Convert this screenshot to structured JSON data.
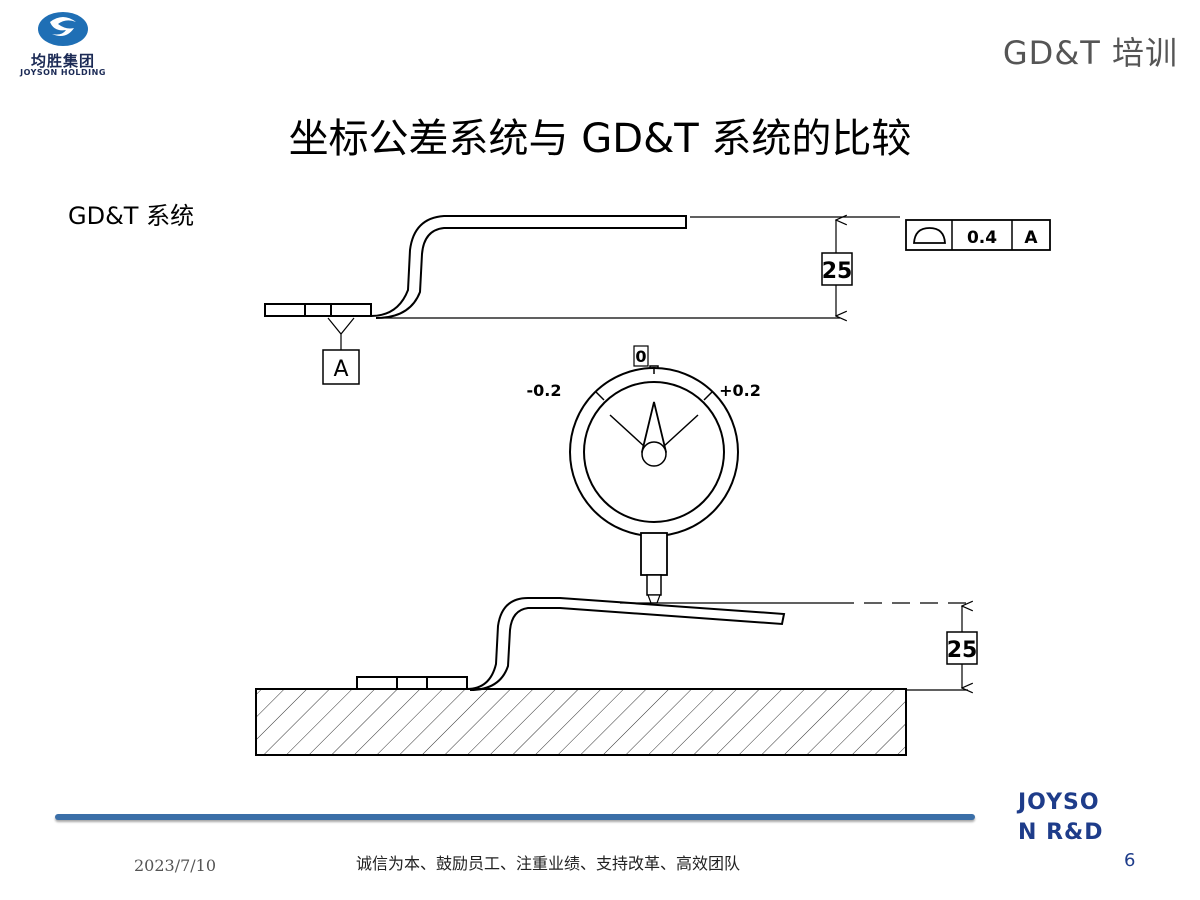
{
  "logo": {
    "cn": "均胜集团",
    "en": "JOYSON HOLDING"
  },
  "header": {
    "title": "GD&T  培训"
  },
  "slide": {
    "title": "坐标公差系统与 GD&T 系统的比较",
    "section_label": "GD&T 系统"
  },
  "diagram": {
    "top_dimension": "25",
    "bottom_dimension": "25",
    "datum_label": "A",
    "feature_control_frame": {
      "symbol": "surface-profile-icon",
      "tolerance": "0.4",
      "datum": "A"
    },
    "gauge": {
      "zero": "0",
      "minus": "-0.2",
      "plus": "+0.2"
    }
  },
  "footer": {
    "brand_line1": "JOYSO",
    "brand_line2": "N R&D",
    "date": "2023/7/10",
    "slogan": "诚信为本、鼓励员工、注重业绩、支持改革、高效团队",
    "page_number": "6"
  },
  "colors": {
    "brand_blue": "#1e3c8a",
    "rule_blue": "#3b6fa8"
  }
}
